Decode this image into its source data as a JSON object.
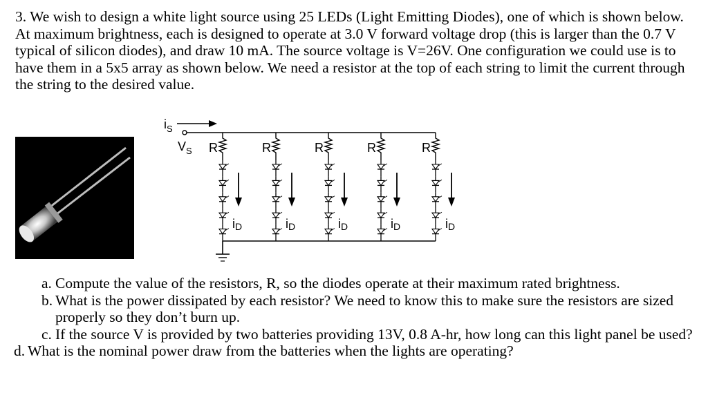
{
  "problem": {
    "number": "3.",
    "text": "We wish to design a white light source using 25 LEDs (Light Emitting Diodes), one of which is shown below.  At maximum brightness, each is designed to operate at 3.0 V forward voltage drop (this is larger than the 0.7 V typical of silicon diodes), and draw 10 mA. The source voltage is V=26V. One configuration we could use is to have them in a 5x5 array as shown below. We need a resistor at the top of each string to limit the current through the string to the desired value."
  },
  "circuit": {
    "current_label_main": "i",
    "current_label_sub": "S",
    "source_label_main": "V",
    "source_label_sub": "S",
    "resistor_label": "R",
    "diode_current_main": "i",
    "diode_current_sub": "D"
  },
  "questions": [
    {
      "label": "a.",
      "text": "Compute the value of the resistors, R, so the diodes operate at their maximum rated brightness."
    },
    {
      "label": "b.",
      "text": "What is the power dissipated by each resistor? We need to know this to make sure the resistors are sized properly so they don’t burn up."
    },
    {
      "label": "c.",
      "text": "If the source V is provided by two batteries providing 13V, 0.8 A-hr, how long can this light panel be used?"
    },
    {
      "label": "d.",
      "text": "What is the nominal power draw from the batteries when the lights are operating?"
    }
  ]
}
